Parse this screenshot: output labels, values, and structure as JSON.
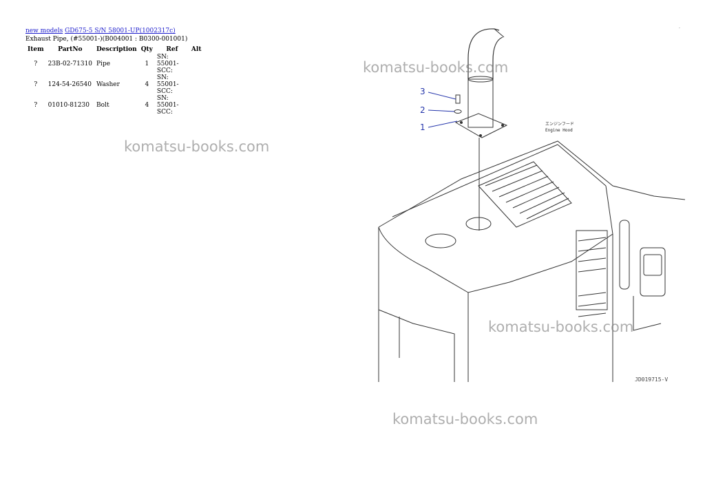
{
  "breadcrumb": {
    "link1": "new models",
    "link2": "GD675-5 S/N 58001-UP(1002317c)"
  },
  "subtitle": "Exhaust Pipe, (#55001-)(B004001 : B0300-001001)",
  "table": {
    "headers": [
      "Item",
      "PartNo",
      "Description",
      "Qty",
      "Ref",
      "Alt"
    ],
    "rows": [
      {
        "item": "?",
        "partno": "23B-02-71310",
        "description": "Pipe",
        "qty": "1",
        "ref": "SN: 55001-SCC:",
        "alt": ""
      },
      {
        "item": "?",
        "partno": "124-54-26540",
        "description": "Washer",
        "qty": "4",
        "ref": "SN: 55001-SCC:",
        "alt": ""
      },
      {
        "item": "?",
        "partno": "01010-81230",
        "description": "Bolt",
        "qty": "4",
        "ref": "SN: 55001-SCC:",
        "alt": ""
      }
    ]
  },
  "watermarks": [
    "komatsu-books.com",
    "komatsu-books.com",
    "komatsu-books.com",
    "komatsu-books.com"
  ],
  "diagram": {
    "callouts": [
      "3",
      "2",
      "1"
    ],
    "label_jp": "エンジンフード",
    "label_en": "Engine Hood",
    "figure_id": "JD019715-V"
  },
  "colors": {
    "link": "#1a1acc",
    "callout": "#2233aa",
    "watermark": "#888888"
  }
}
